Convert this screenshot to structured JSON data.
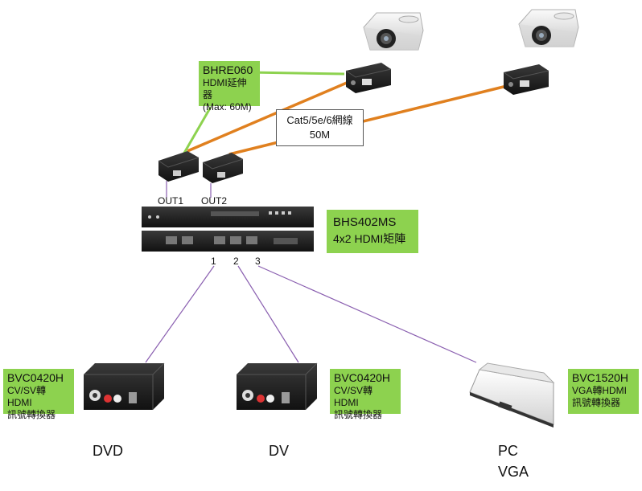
{
  "extender_box": {
    "model": "BHRE060",
    "desc": "HDMI延伸器",
    "note": "(Max: 60M)"
  },
  "cable_box": {
    "line1": "Cat5/5e/6網線",
    "line2": "50M"
  },
  "matrix_box": {
    "model": "BHS402MS",
    "desc": "4x2 HDMI矩陣"
  },
  "outputs": [
    "OUT1",
    "OUT2"
  ],
  "input_ports": [
    "1",
    "2",
    "3"
  ],
  "converter_dvd": {
    "model": "BVC0420H",
    "line1": "CV/SV轉HDMI",
    "line2": "訊號轉換器"
  },
  "converter_dv": {
    "model": "BVC0420H",
    "line1": "CV/SV轉HDMI",
    "line2": "訊號轉換器"
  },
  "converter_pc": {
    "model": "BVC1520H",
    "line1": "VGA轉HDMI",
    "line2": "訊號轉換器"
  },
  "sources": {
    "dvd": "DVD",
    "dv": "DV",
    "pc_line1": "PC",
    "pc_line2": "VGA"
  },
  "colors": {
    "label_green": "#8dd24f",
    "cat_cable": "#e0801f",
    "hdmi_line": "#8a5fb0",
    "device_dark": "#1e1e1e"
  },
  "icons": [
    "projector-icon",
    "hdmi-receiver-icon",
    "hdmi-transmitter-icon",
    "hdmi-matrix-icon",
    "video-converter-icon",
    "vga-converter-icon"
  ]
}
